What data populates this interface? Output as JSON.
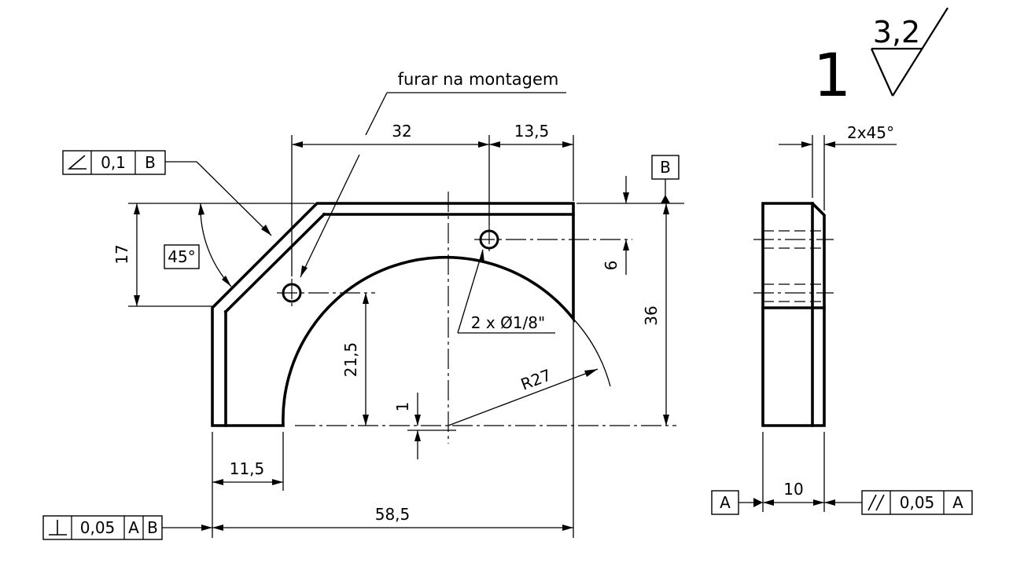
{
  "note": "furar na montagem",
  "roughness": {
    "index": "1",
    "value": "3,2"
  },
  "dimensions": {
    "top_width": "32",
    "top_right": "13,5",
    "height_left": "17",
    "angle": "45°",
    "hole_offset": "6",
    "total_height": "36",
    "inner_height": "21,5",
    "radius": "R27",
    "offset_small": "1",
    "foot_width": "11,5",
    "total_width": "58,5",
    "holes": "2 x Ø1/8\"",
    "chamfer": "2x45°",
    "thickness": "10"
  },
  "tolerances": {
    "angularity": {
      "value": "0,1",
      "datum": "B"
    },
    "perpendicularity": {
      "value": "0,05",
      "datum1": "A",
      "datum2": "B"
    },
    "parallelism": {
      "value": "0,05",
      "datum": "A"
    }
  },
  "datums": {
    "top": "B",
    "side": "A"
  }
}
